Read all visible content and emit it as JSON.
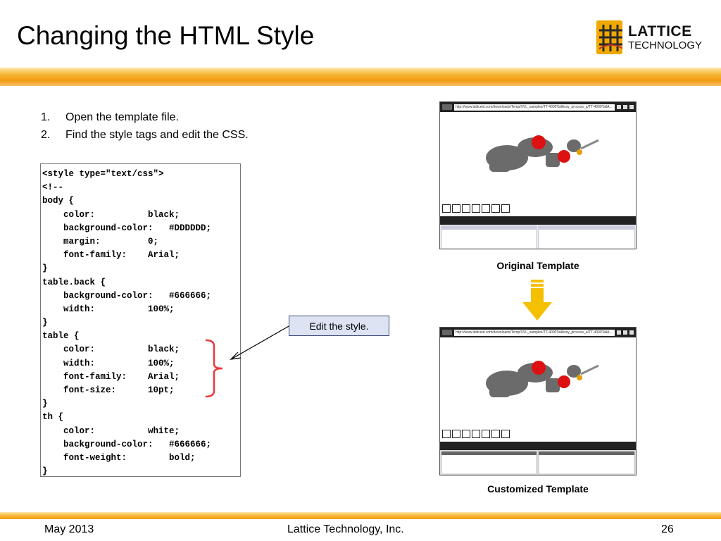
{
  "slide": {
    "title": "Changing the HTML Style",
    "logo": {
      "line1": "LATTICE",
      "line2": "TECHNOLOGY"
    },
    "steps": [
      {
        "num": "1.",
        "text": "Open the template file."
      },
      {
        "num": "2.",
        "text": "Find the style tags and edit the CSS."
      }
    ],
    "code_lines": [
      "<style type=\"text/css\">",
      "<!--",
      "body {",
      "    color:          black;",
      "    background-color:   #DDDDDD;",
      "    margin:         0;",
      "    font-family:    Arial;",
      "}",
      "table.back {",
      "    background-color:   #666666;",
      "    width:          100%;",
      "}",
      "table {",
      "    color:          black;",
      "    width:          100%;",
      "    font-family:    Arial;",
      "    font-size:      10pt;",
      "}",
      "th {",
      "    color:          white;",
      "    background-color:   #666666;",
      "    font-weight:        bold;",
      "}"
    ],
    "callout": "Edit the style.",
    "screenshot1": {
      "url": "http://www.latticeid.com/downloads/Temp/XVL_samples/TT-4000TailAssy_process_a/TT-4000TailA...",
      "caption": "Original Template"
    },
    "screenshot2": {
      "url": "http://www.latticeid.com/downloads/Temp/XVL_samples/TT-4000TailAssy_process_a/TT-4000TailA...",
      "caption": "Customized Template"
    },
    "footer": {
      "date": "May 2013",
      "company": "Lattice Technology, Inc.",
      "page": "26"
    },
    "colors": {
      "accent_orange": "#f29a10",
      "bracket_red": "#e8383d",
      "arrow_yellow": "#f5c000",
      "callout_bg": "#dde3f3"
    }
  }
}
